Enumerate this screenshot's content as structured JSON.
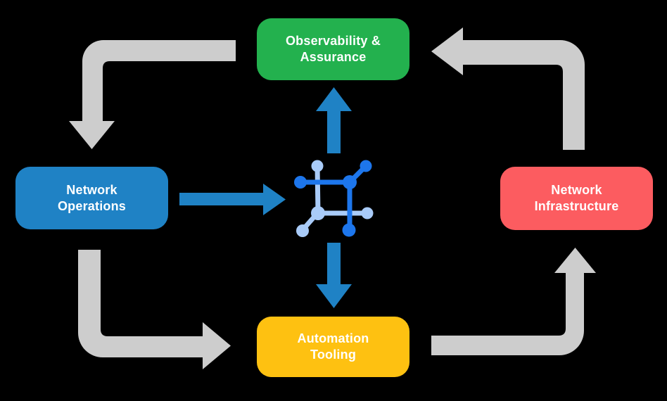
{
  "diagram": {
    "background": "#000000",
    "text_color": "#ffffff",
    "cycle_arrow_color": "#cdcdcd",
    "flow_arrow_color": "#1f82c5",
    "boxes": {
      "observability": {
        "lines": [
          "Observability &",
          "Assurance"
        ],
        "color": "#23b14e"
      },
      "operations": {
        "lines": [
          "Network",
          "Operations"
        ],
        "color": "#1f82c5"
      },
      "infrastructure": {
        "lines": [
          "Network",
          "Infrastructure"
        ],
        "color": "#fc5c60"
      },
      "automation": {
        "lines": [
          "Automation",
          "Tooling"
        ],
        "color": "#fec111"
      }
    },
    "icon": {
      "name": "network-platform-icon",
      "dark": "#1d76ec",
      "light": "#a9cbf8"
    }
  }
}
